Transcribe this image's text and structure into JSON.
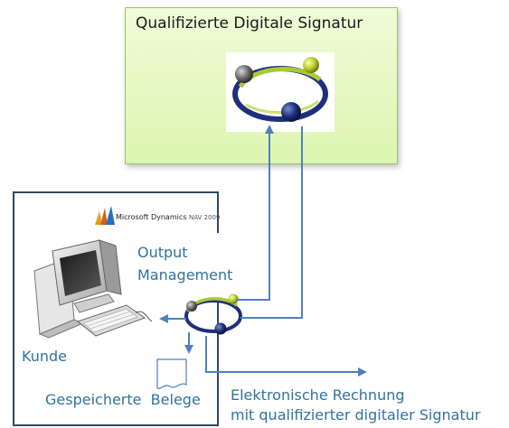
{
  "top_box": {
    "title": "Qualifizierte Digitale Signatur"
  },
  "ms_logo": {
    "text": "Microsoft Dynamics",
    "version": "NAV 2009"
  },
  "output_management": {
    "line1": "Output",
    "line2": "Management"
  },
  "labels": {
    "kunde": "Kunde",
    "gespeicherte_belege": "Gespeicherte  Belege",
    "erechnung_line1": "Elektronische Rechnung",
    "erechnung_line2": "mit qualifizierter digitaler Signatur"
  },
  "colors": {
    "arrow": "#4f81bd",
    "frame": "#31475e",
    "text_blue": "#31739e",
    "box_green": "#dcf5b0"
  }
}
